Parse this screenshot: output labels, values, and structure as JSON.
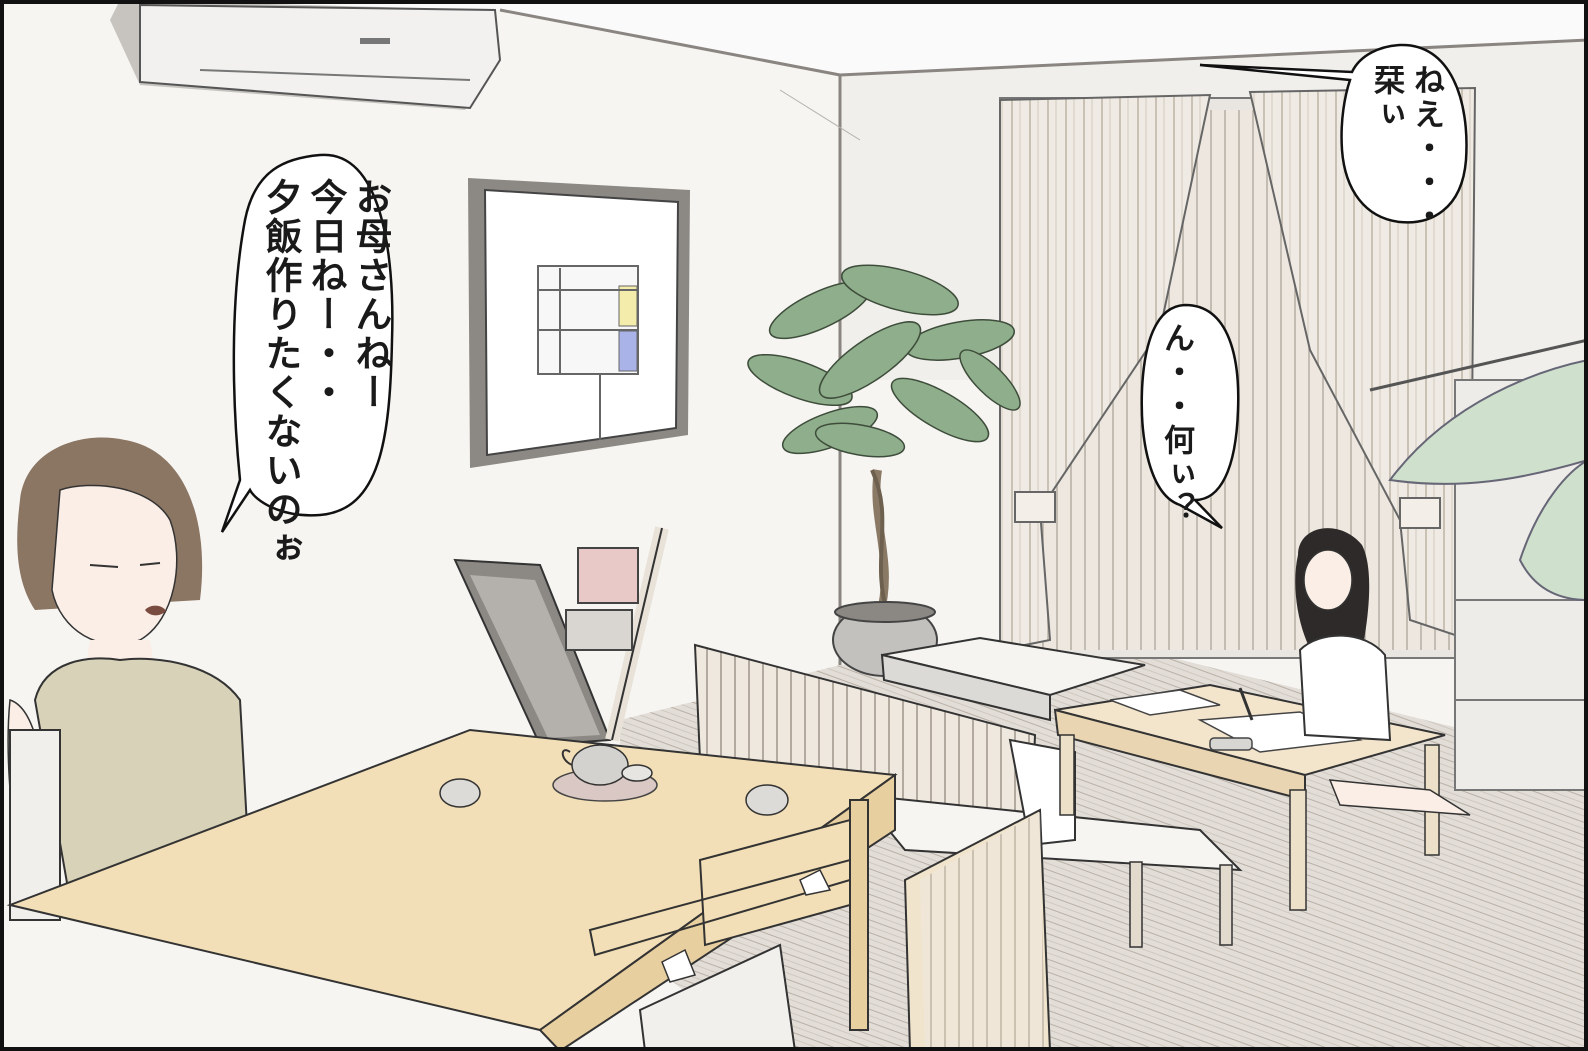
{
  "speech": {
    "mother": "お母さんねー\n今日ねー・・\n夕飯作りたくないのぉ",
    "offscreen": "ねえ・・・\n栞ぃ",
    "daughter": "ん・・何ぃ？"
  },
  "colors": {
    "panel_border": "#111111",
    "wall": "#f4f3f0",
    "floor": "#e4dfd9",
    "dining_table": "#f3dfb7",
    "mother_dress": "#d8d2b9",
    "mother_hair": "#8b7563",
    "daughter_hair": "#2f2a2a",
    "plant_leaves": "#8fae8b",
    "painting_yellow": "#f4ecaa",
    "painting_blue": "#aab3e8",
    "curtain": "#ece7df"
  }
}
